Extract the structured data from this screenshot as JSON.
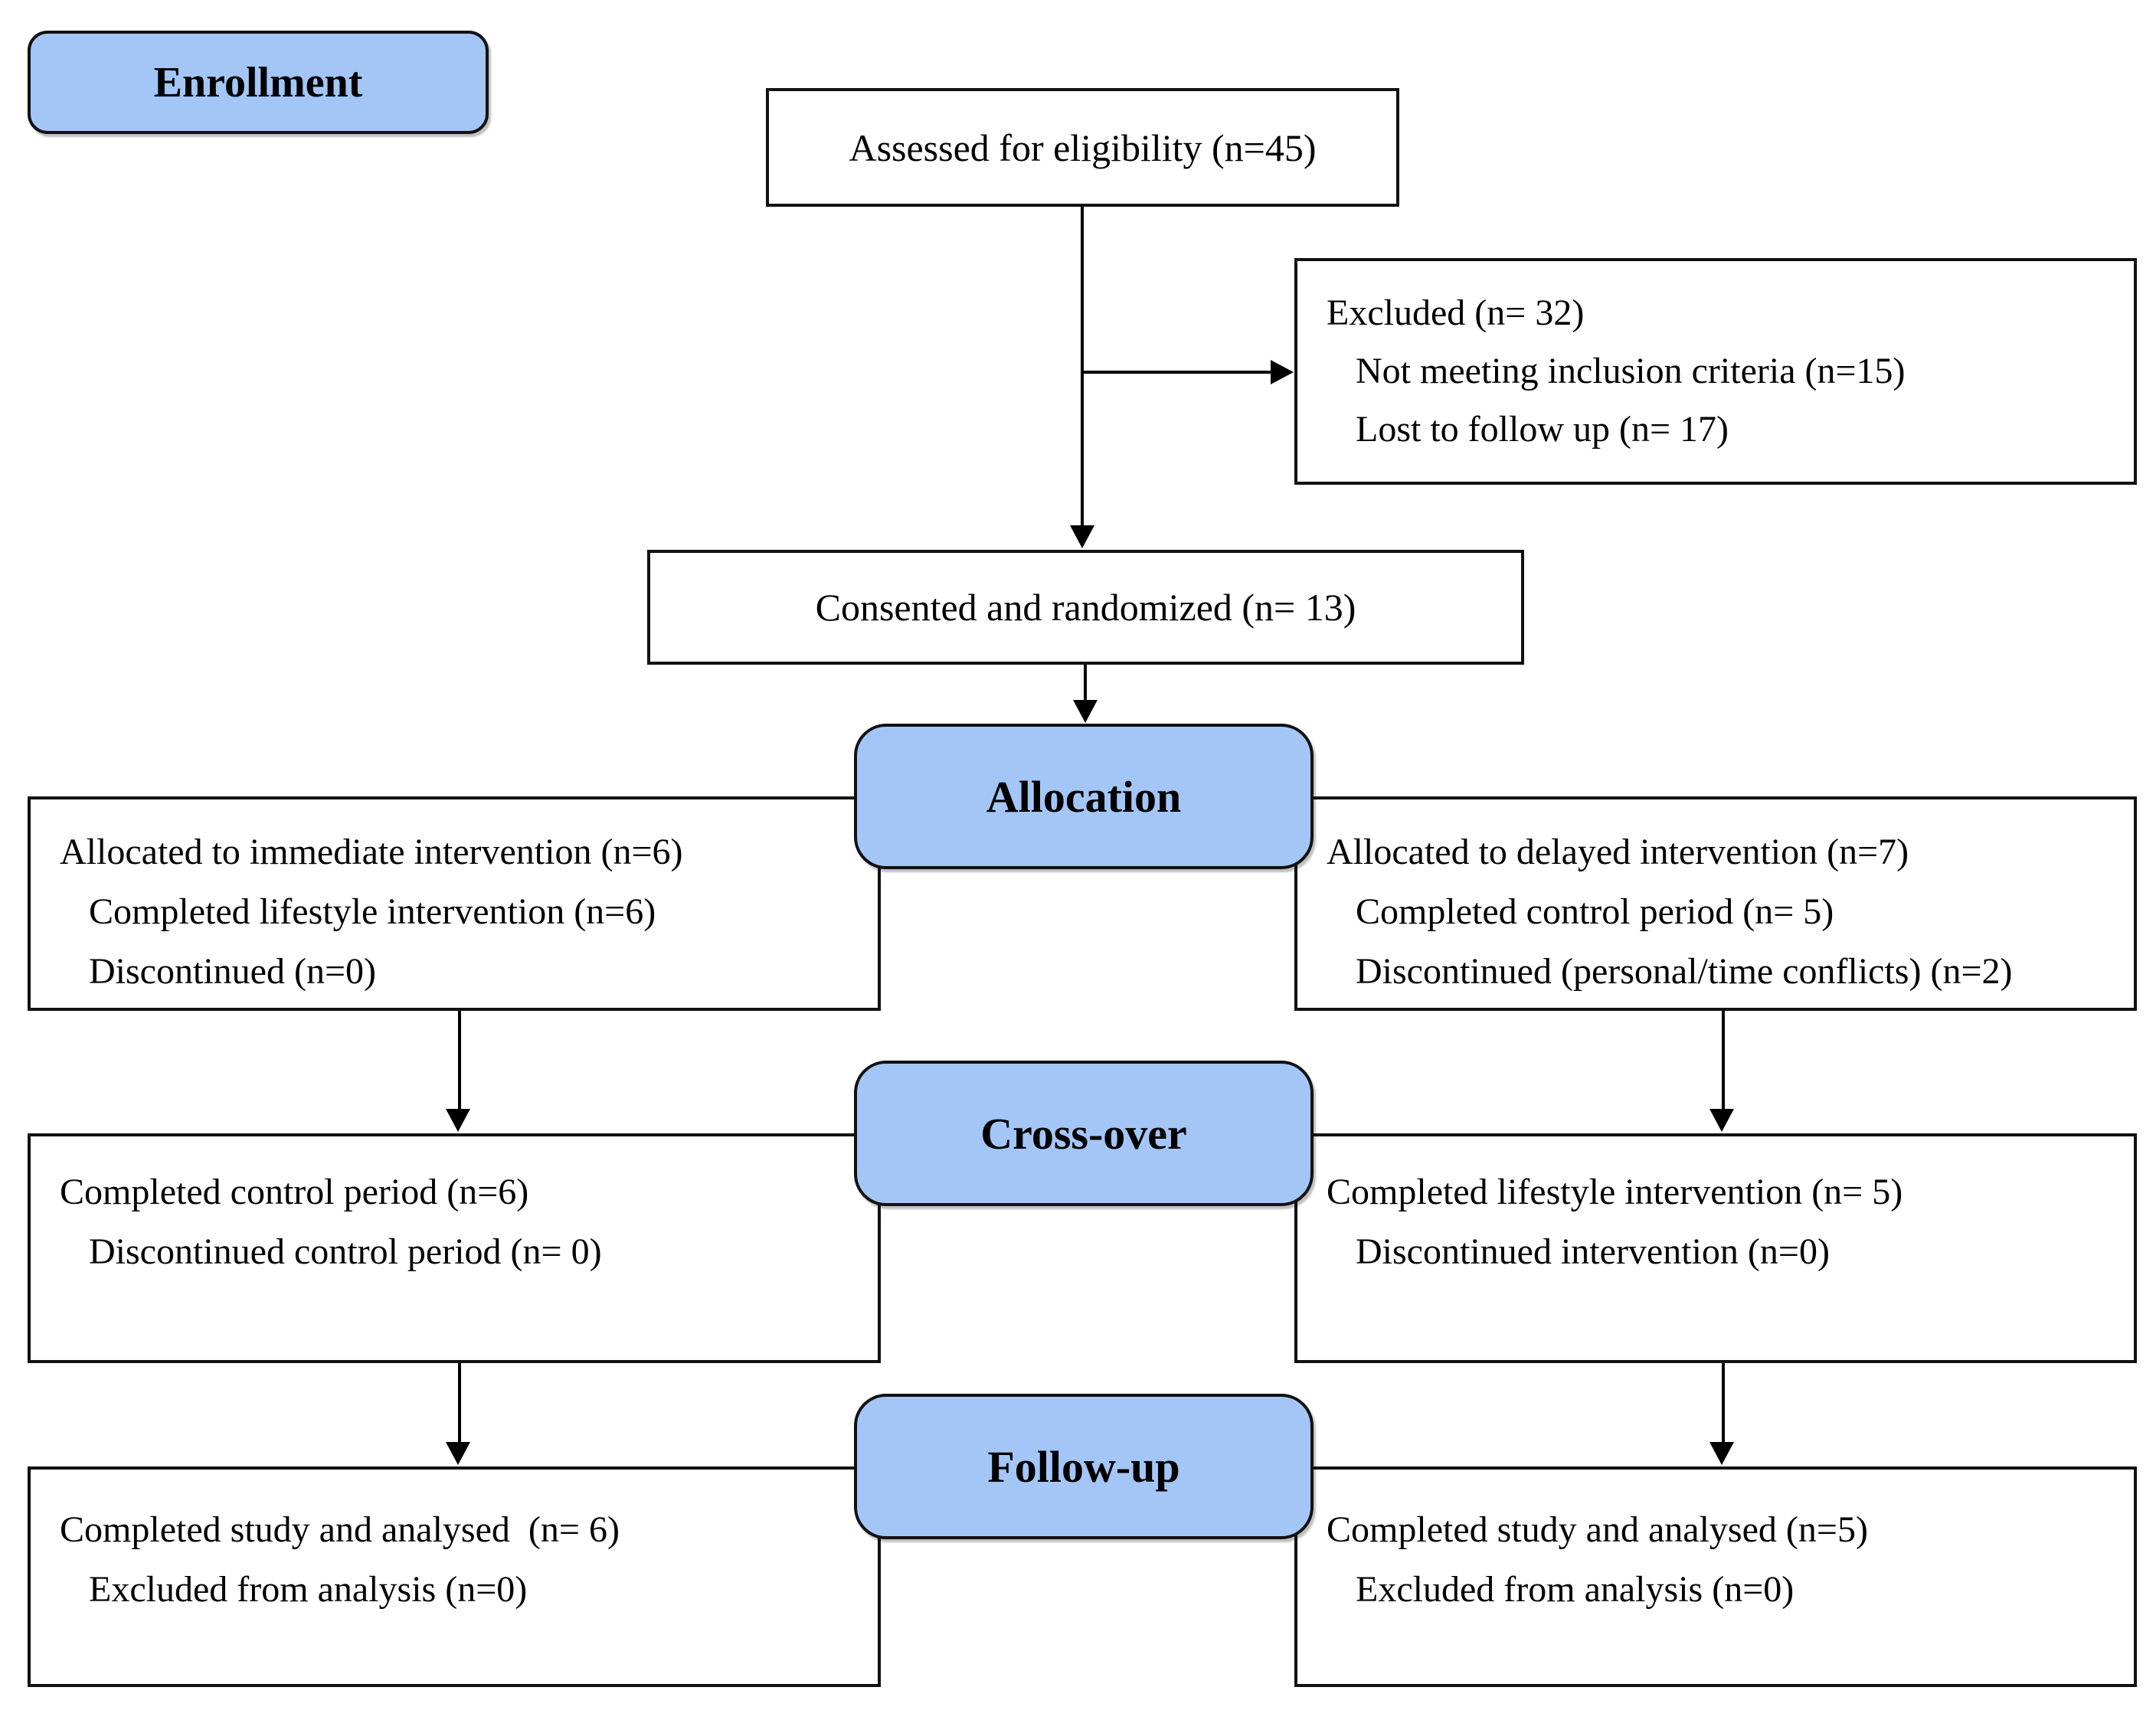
{
  "colors": {
    "stage_fill": "#A3C6F7",
    "box_border": "#111111",
    "line": "#000000",
    "background": "#FFFFFF"
  },
  "stages": {
    "enrollment": "Enrollment",
    "allocation": "Allocation",
    "crossover": "Cross-over",
    "followup": "Follow-up"
  },
  "boxes": {
    "assessed": {
      "text": "Assessed for eligibility (n=45)"
    },
    "excluded": {
      "lines": [
        "Excluded (n= 32)",
        "Not meeting inclusion criteria (n=15)",
        "Lost to follow up (n= 17)"
      ]
    },
    "consented": {
      "text": "Consented and randomized (n= 13)"
    },
    "allocation_left": {
      "lines": [
        "Allocated to immediate intervention (n=6)",
        "Completed lifestyle intervention (n=6)",
        "Discontinued (n=0)"
      ]
    },
    "allocation_right": {
      "lines": [
        "Allocated to delayed intervention (n=7)",
        "Completed control period (n= 5)",
        "Discontinued (personal/time conflicts) (n=2)"
      ]
    },
    "crossover_left": {
      "lines": [
        "Completed control period (n=6)",
        "Discontinued control period (n= 0)"
      ]
    },
    "crossover_right": {
      "lines": [
        "Completed lifestyle intervention (n= 5)",
        "Discontinued intervention (n=0)"
      ]
    },
    "followup_left": {
      "lines": [
        "Completed study and analysed  (n= 6)",
        "Excluded from analysis (n=0)"
      ]
    },
    "followup_right": {
      "lines": [
        "Completed study and analysed (n=5)",
        "Excluded from analysis (n=0)"
      ]
    }
  }
}
